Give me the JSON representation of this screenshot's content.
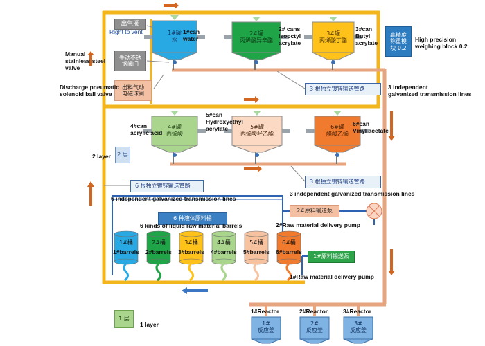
{
  "colors": {
    "frame_pipe": "#f2b51c",
    "copper_pipe": "#e6a57e",
    "blue_pipe": "#2e63b3",
    "arrow_orange": "#d2651f",
    "arrow_blue": "#3b76c4"
  },
  "top_tanks": [
    {
      "cn": "1#罐\n水",
      "en": "1#can\nwater",
      "color": "#29a9e4",
      "text_color": "#10345c"
    },
    {
      "cn": "2#罐\n丙烯酸异辛酯",
      "en": "2# cans\nIsooctyl\nacrylate",
      "color": "#1fa447",
      "text_color": "#0e3a17"
    },
    {
      "cn": "3#罐\n丙烯酸丁酯",
      "en": "3#can\nButyl\nacrylate",
      "color": "#ffc21a",
      "text_color": "#4a3200"
    }
  ],
  "middle_tanks": [
    {
      "cn": "4#罐\n丙烯酸",
      "en": "4#can\nacrylic acid",
      "color": "#a9d58c",
      "text_color": "#244417"
    },
    {
      "cn": "5#罐\n丙烯酸羟乙酯",
      "en": "5#can\nHydroxyethyl\nacrylate",
      "color": "#fbd9c2",
      "text_color": "#4a2a14"
    },
    {
      "cn": "6#罐\n醋酸乙烯",
      "en": "6#can\nVinyl acetate",
      "color": "#f07b2f",
      "text_color": "#4a1f00"
    }
  ],
  "barrels": [
    {
      "cn": "1#桶",
      "en": "1#barrels",
      "color": "#29a9e4"
    },
    {
      "cn": "2#桶",
      "en": "2#barrels",
      "color": "#1fa447"
    },
    {
      "cn": "3#桶",
      "en": "3#barrels",
      "color": "#ffc21a"
    },
    {
      "cn": "4#桶",
      "en": "4#barrels",
      "color": "#a9d58c"
    },
    {
      "cn": "5#桶",
      "en": "5#barrels",
      "color": "#f7c2a0"
    },
    {
      "cn": "6#桶",
      "en": "6#barrels",
      "color": "#f07b2f"
    }
  ],
  "reactors": [
    {
      "cn": "1#\n反应釜",
      "en": "1#Reactor"
    },
    {
      "cn": "2#\n反应釜",
      "en": "2#Reactor"
    },
    {
      "cn": "3#\n反应釜",
      "en": "3#Reactor"
    }
  ],
  "labels": {
    "vent_cn": "出气阀",
    "vent_en": "Right to vent",
    "weighing_cn": "高精度\n称重模\n块 0.2",
    "weighing_en": "High precision\nweighing block 0.2",
    "manual_valve_cn": "手动不锈\n钢阀门",
    "manual_valve_en": "Manual\nstainless steel\nvalve",
    "solenoid_cn": "出料气动\n电磁球阀",
    "solenoid_en": "Discharge pneumatic\nsolenoid ball valve",
    "lines3_top_cn": "3 根独立镀锌输送管路",
    "lines3_top_en": "3 independent\ngalvanized transmission lines",
    "layer2_cn": "2 层",
    "layer2_en": "2 layer",
    "lines6_cn": "6 根独立镀锌输送管路",
    "lines6_en": "6 independent galvanized transmission lines",
    "lines3_mid_cn": "3 根独立镀锌输送管路",
    "lines3_mid_en": "3 independent galvanized transmission lines",
    "liquid_cn": "6 种液体原料桶",
    "liquid_en": "6 kinds of liquid raw material barrels",
    "pump2_cn": "2#原料输送泵",
    "pump2_en": "2#Raw material delivery pump",
    "pump1_cn": "1#原料输送泵",
    "pump1_en": "1#Raw material delivery pump",
    "layer1_cn": "1 层",
    "layer1_en": "1 layer"
  }
}
